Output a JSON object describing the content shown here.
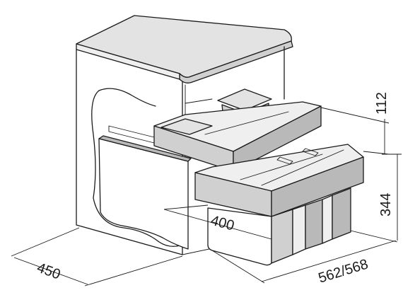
{
  "dimensions": {
    "width_left": "450",
    "width_right": "562/568",
    "bin_width": "400",
    "upper_height": "112",
    "lower_height": "344"
  },
  "colors": {
    "line": "#1a1a1a",
    "shade_light": "#e3e3e3",
    "shade_mid": "#d0d0d0",
    "shade_dark": "#b9b9b9"
  }
}
